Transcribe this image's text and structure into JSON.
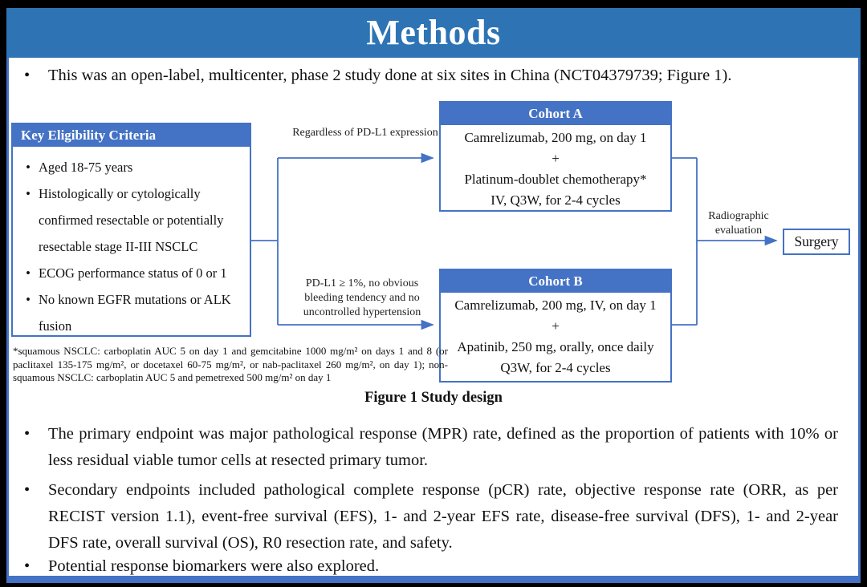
{
  "slide": {
    "title": "Methods",
    "bullet1": "This was an open-label, multicenter, phase 2 study done at six sites in China (NCT04379739; Figure 1).",
    "figure": {
      "eligibility": {
        "header": "Key Eligibility Criteria",
        "bullet_char": "•",
        "items": [
          "Aged 18-75 years",
          "Histologically or cytologically confirmed resectable or potentially resectable stage II-III NSCLC",
          "ECOG performance status of 0 or 1",
          "No known EGFR mutations or ALK fusion"
        ]
      },
      "cohort_a": {
        "header": "Cohort A",
        "lines": [
          "Camrelizumab, 200 mg, on day 1",
          "+",
          "Platinum-doublet chemotherapy*",
          "IV, Q3W, for 2-4 cycles"
        ]
      },
      "cohort_b": {
        "header": "Cohort B",
        "lines": [
          "Camrelizumab, 200 mg, IV, on day 1",
          "+",
          "Apatinib, 250 mg, orally, once daily",
          "Q3W, for 2-4 cycles"
        ]
      },
      "arrow_label_top": "Regardless of PD-L1 expression",
      "arrow_label_bottom": "PD-L1 ≥ 1%, no obvious bleeding tendency and no uncontrolled hypertension",
      "radiographic_label": "Radiographic evaluation",
      "surgery_label": "Surgery",
      "footnote": "*squamous NSCLC: carboplatin AUC 5 on day 1 and gemcitabine 1000 mg/m² on days 1 and 8 (or paclitaxel 135-175 mg/m², or docetaxel 60-75 mg/m², or nab-paclitaxel 260 mg/m², on day 1); non-squamous NSCLC: carboplatin AUC 5 and pemetrexed 500 mg/m² on day 1",
      "caption": "Figure 1 Study design"
    },
    "bullet2": "The primary endpoint was major pathological response (MPR) rate, defined as the proportion of patients with 10% or less residual viable tumor cells at resected primary tumor.",
    "bullet3": "Secondary endpoints included pathological complete response (pCR) rate, objective response rate (ORR, as per RECIST version 1.1), event-free survival (EFS), 1- and 2-year EFS rate, disease-free survival (DFS), 1- and 2-year DFS rate, overall survival (OS), R0 resection rate, and safety.",
    "bullet4": "Potential response biomarkers were also explored.",
    "bullet_char": "•",
    "colors": {
      "banner_blue": "#2E74B5",
      "box_header_blue": "#4472C4",
      "connector_blue": "#4472C4",
      "text_color": "#111111"
    }
  }
}
